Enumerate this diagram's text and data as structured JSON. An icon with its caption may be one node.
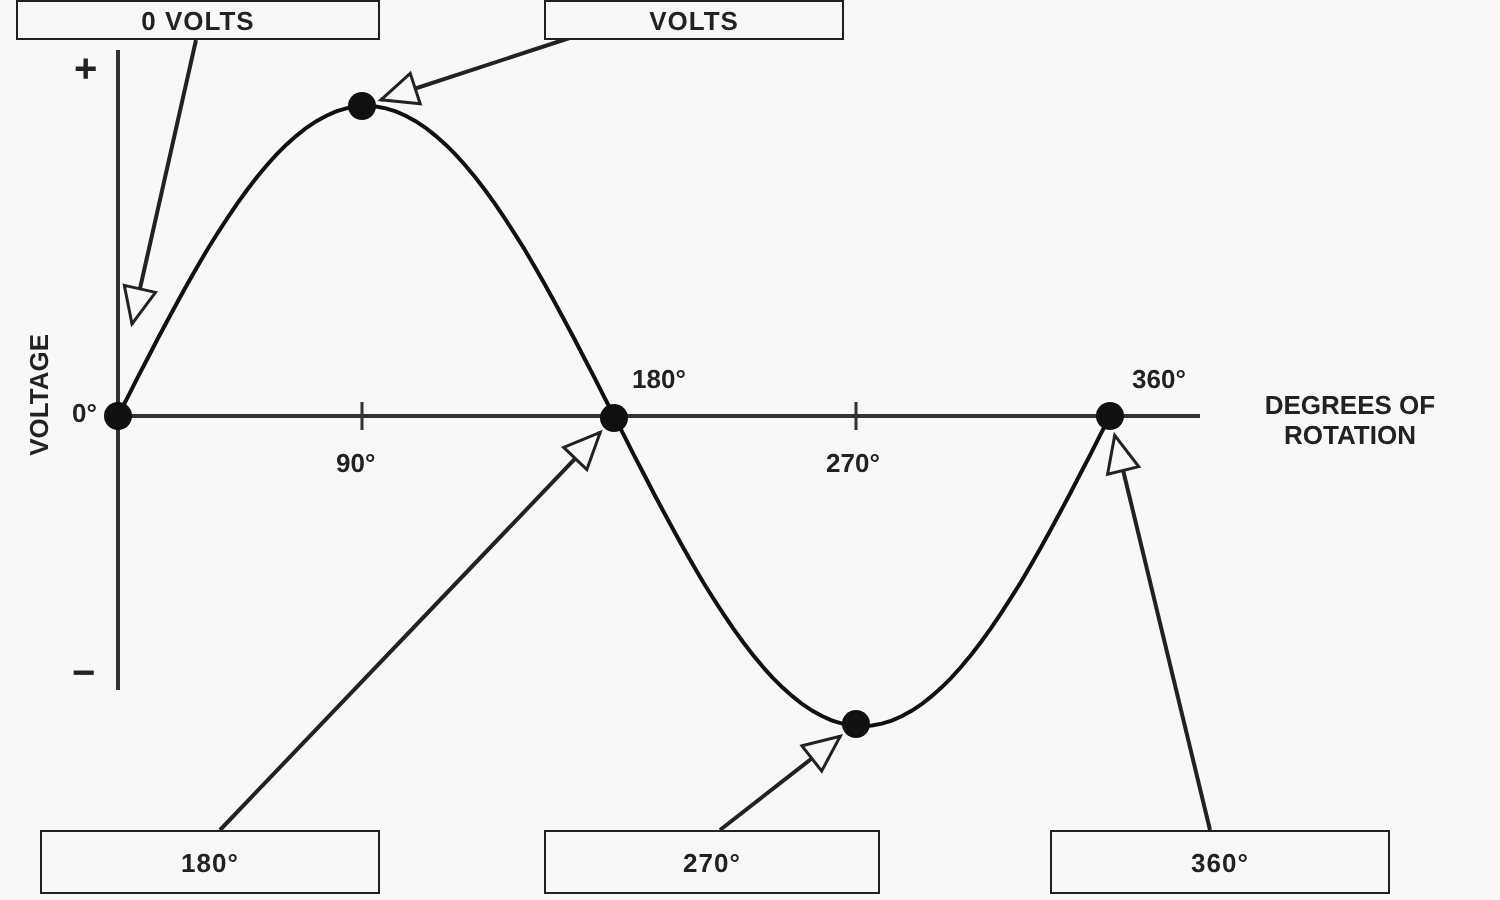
{
  "diagram": {
    "nodes": [
      {
        "text": [
          "0 VOLTS"
        ]
      },
      {
        "text": [
          "VOLTS"
        ]
      },
      {
        "text": [],
        "shape": "circle"
      },
      {
        "text": [],
        "shape": "circle"
      },
      {
        "text": [],
        "shape": "circle"
      },
      {
        "text": [],
        "shape": "circle"
      },
      {
        "text": [],
        "shape": "circle"
      },
      {
        "text": [
          "180°"
        ]
      },
      {
        "text": [
          "270°"
        ]
      },
      {
        "text": [
          "360°"
        ]
      }
    ],
    "edges": [
      {
        "from": 0,
        "to": null,
        "arrow": "to"
      },
      {
        "from": 1,
        "to": 3,
        "arrow": "to"
      },
      {
        "from": 7,
        "to": 4,
        "arrow": "to"
      },
      {
        "from": 8,
        "to": 5,
        "arrow": "to"
      },
      {
        "from": 9,
        "to": 6,
        "arrow": "to"
      }
    ],
    "labels": [
      "+",
      "VOLTAGE",
      "0°",
      "90°",
      "180°",
      "270°",
      "360°",
      "DEGREES OF ROTATION",
      "−"
    ]
  }
}
